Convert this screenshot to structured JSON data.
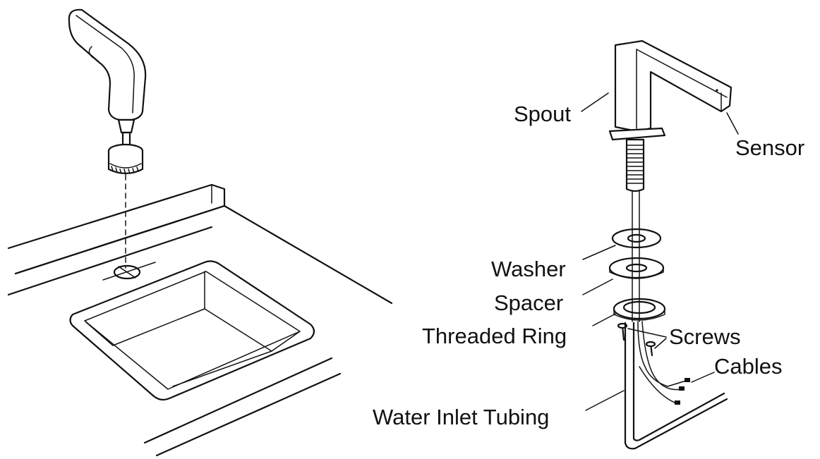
{
  "labels": {
    "spout": "Spout",
    "sensor": "Sensor",
    "washer": "Washer",
    "spacer": "Spacer",
    "threaded_ring": "Threaded Ring",
    "screws": "Screws",
    "cables": "Cables",
    "water_inlet_tubing": "Water Inlet Tubing"
  }
}
